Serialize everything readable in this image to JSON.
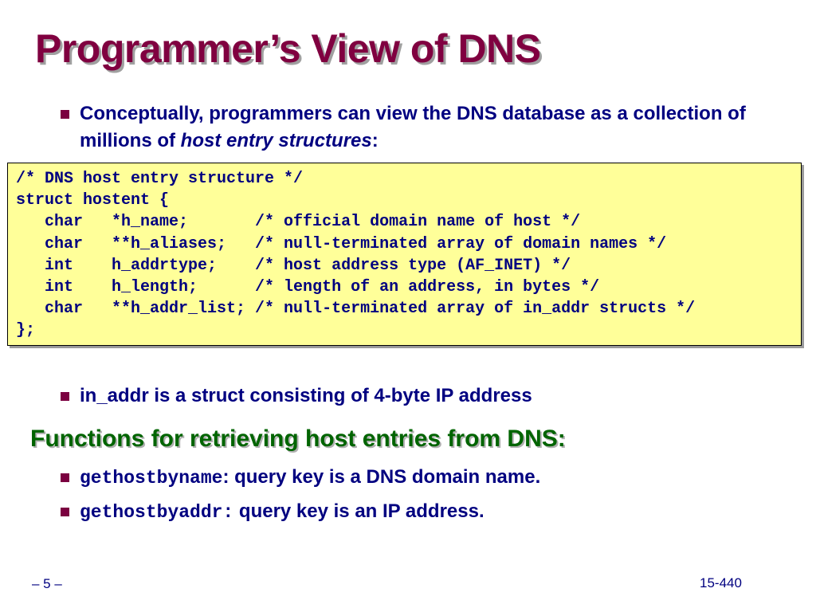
{
  "slide": {
    "title": "Programmer’s View of DNS",
    "bullet1": {
      "text_before": "Conceptually, programmers can view the DNS database as a collection of millions of ",
      "italic": "host entry structures",
      "text_after": ":"
    },
    "code_lines": [
      "/* DNS host entry structure */",
      "struct hostent {",
      "   char   *h_name;       /* official domain name of host */",
      "   char   **h_aliases;   /* null-terminated array of domain names */",
      "   int    h_addrtype;    /* host address type (AF_INET) */",
      "   int    h_length;      /* length of an address, in bytes */",
      "   char   **h_addr_list; /* null-terminated array of in_addr structs */",
      "};"
    ],
    "bullet2": "in_addr is a struct consisting of 4-byte IP address",
    "heading2": "Functions for retrieving host entries from DNS:",
    "bullet3": {
      "code": "gethostbyname",
      "text": ": query key is a DNS domain name."
    },
    "bullet4": {
      "code": "gethostbyaddr:",
      "text": " query key is an IP address."
    },
    "footer_left": "– 5 –",
    "footer_right": "15-440"
  },
  "colors": {
    "title": "#800040",
    "body_text": "#000080",
    "heading2": "#006400",
    "code_bg": "#ffff99",
    "bullet": "#7b0040"
  }
}
